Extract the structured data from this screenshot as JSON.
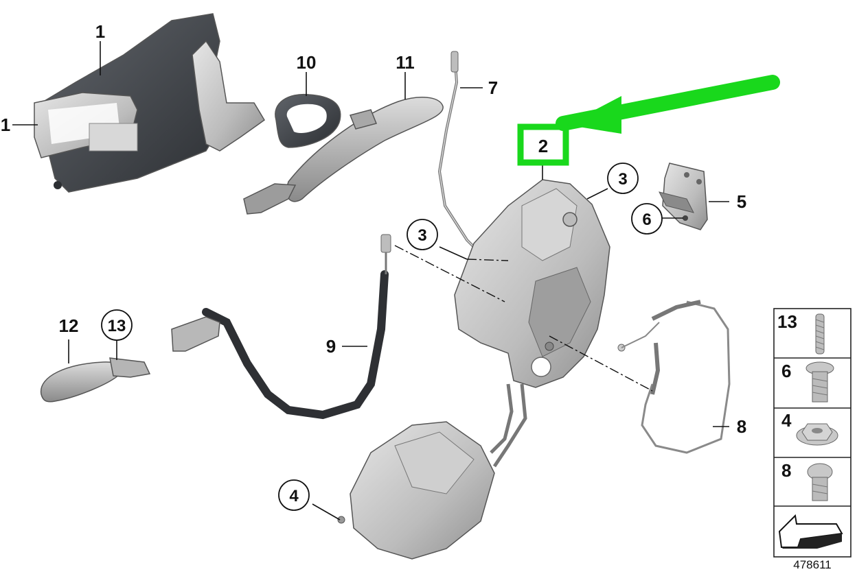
{
  "callouts": {
    "c1a": "1",
    "c1b": "1",
    "c10": "10",
    "c11": "11",
    "c7": "7",
    "c2": "2",
    "c3a": "3",
    "c3b": "3",
    "c5": "5",
    "c6": "6",
    "c12": "12",
    "c13": "13",
    "c9": "9",
    "c8": "8",
    "c4": "4"
  },
  "legend": [
    "13",
    "6",
    "4",
    "8"
  ],
  "doc_id": "478611",
  "colors": {
    "highlight": "#19d81c",
    "part_light": "#c9c9c9",
    "part_dark": "#3a3d42",
    "cable": "#2e3034"
  },
  "icons": [
    "arrow-icon",
    "screw-icon",
    "nut-icon",
    "threaded-pin-icon"
  ]
}
